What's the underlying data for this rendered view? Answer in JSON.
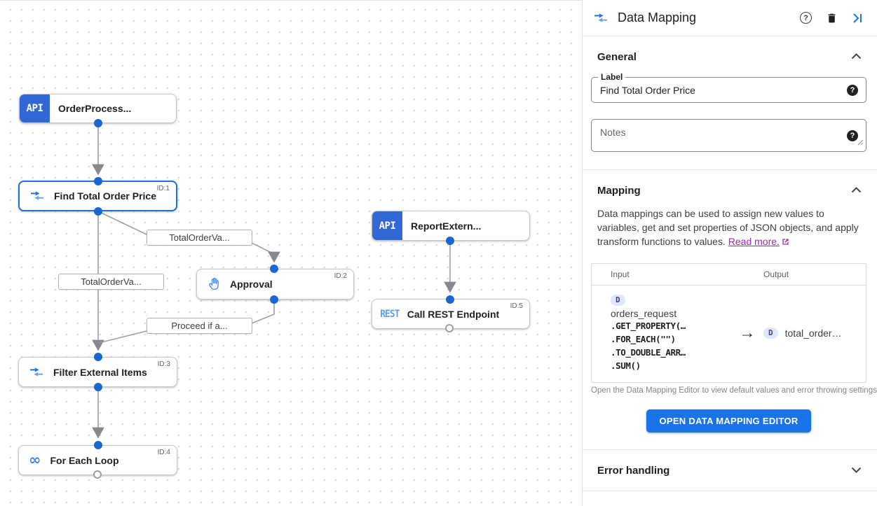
{
  "canvas": {
    "nodes": [
      {
        "label": "OrderProcess...",
        "badge": "API"
      },
      {
        "label": "Find Total Order Price",
        "id_label": "ID:1",
        "icon": "data-mapping-icon"
      },
      {
        "label": "Approval",
        "id_label": "ID:2",
        "icon": "hand-icon"
      },
      {
        "label": "ReportExtern...",
        "badge": "API"
      },
      {
        "label": "Call REST Endpoint",
        "id_label": "ID:5",
        "badge": "REST"
      },
      {
        "label": "Filter External Items",
        "id_label": "ID:3",
        "icon": "data-mapping-icon"
      },
      {
        "label": "For Each Loop",
        "id_label": "ID:4",
        "icon": "loop-icon"
      }
    ],
    "edge_labels": [
      {
        "text": "TotalOrderVa..."
      },
      {
        "text": "TotalOrderVa..."
      },
      {
        "text": "Proceed if a..."
      }
    ]
  },
  "panel": {
    "title": "Data Mapping",
    "general": {
      "heading": "General",
      "label_field_label": "Label",
      "label_value": "Find Total Order Price",
      "notes_placeholder": "Notes"
    },
    "mapping": {
      "heading": "Mapping",
      "description": "Data mappings can be used to assign new values to variables, get and set properties of JSON objects, and apply transform functions to values. ",
      "read_more": "Read more.",
      "table": {
        "input_header": "Input",
        "output_header": "Output",
        "input_badge": "D",
        "input_variable": "orders_request",
        "input_functions": [
          ".GET_PROPERTY(…",
          ".FOR_EACH(\"\")",
          ".TO_DOUBLE_ARR…",
          ".SUM()"
        ],
        "arrow": "→",
        "output_badge": "D",
        "output_value": "total_order…"
      },
      "caption": "Open the Data Mapping Editor to view default values and error throwing settings.",
      "button_label": "OPEN DATA MAPPING EDITOR"
    },
    "error_handling": {
      "heading": "Error handling"
    }
  },
  "icons": {
    "loop_glyph": "∞",
    "help_glyph": "?"
  },
  "colors": {
    "accent": "#1a73e8",
    "api_badge": "#3367d6",
    "rest_text": "#5e9cf5",
    "edge": "#9aa0a6",
    "link": "#9c27b0",
    "selected_border": "#1a73e8"
  }
}
